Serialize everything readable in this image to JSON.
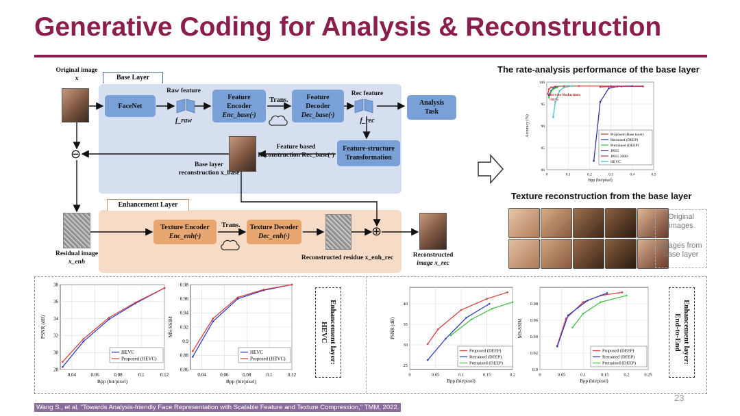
{
  "slide": {
    "title": "Generative Coding for Analysis & Reconstruction",
    "page_number": "23",
    "citation": "Wang S., et al. \"Towards Analysis-friendly Face Representation with Scalable Feature and Texture Compression,\" TMM, 2022."
  },
  "diagram": {
    "original_image_label": "Original image x",
    "base_layer_title": "Base Layer",
    "enhancement_layer_title": "Enhancement Layer",
    "facenet": "FaceNet",
    "raw_feature": "Raw feature",
    "f_raw": "f_raw",
    "feature_encoder": [
      "Feature",
      "Encoder",
      "Enc_base(·)"
    ],
    "trans": "Trans.",
    "feature_decoder": [
      "Feature",
      "Decoder",
      "Dec_base(·)"
    ],
    "rec_feature": "Rec feature",
    "f_rec": "f_rec",
    "analysis_task": [
      "Analysis",
      "Task"
    ],
    "feature_structure": [
      "Feature-structure",
      "Transformation"
    ],
    "feature_based_rec": [
      "Feature based",
      "Reconstruction Rec_base(·)"
    ],
    "base_layer_rec": [
      "Base layer",
      "reconstruction x_base"
    ],
    "residual_image": [
      "Residual image",
      "x_enh"
    ],
    "texture_encoder": [
      "Texture Encoder",
      "Enc_enh(·)"
    ],
    "texture_decoder": [
      "Texture Decoder",
      "Dec_enh(·)"
    ],
    "reconstructed_residue": "Reconstructed residue x_enh_rec",
    "reconstructed_image": [
      "Reconstructed",
      "image x_rec"
    ],
    "minus_symbol": "⊖",
    "plus_symbol": "⊕"
  },
  "right_panel": {
    "rate_analysis_title": "The rate-analysis performance of the base layer",
    "texture_title": "Texture reconstruction from the base layer",
    "original_images_label": [
      "Original",
      "images"
    ],
    "base_images_label": [
      "Images from",
      "base layer"
    ]
  },
  "enhancement_labels": {
    "hevc": [
      "Enhancement layer:",
      "HEVC"
    ],
    "e2e": [
      "Enhancement layer:",
      "End-to-End"
    ]
  },
  "chart_data": [
    {
      "id": "rate-analysis",
      "type": "line",
      "xlabel": "Bpp (bit/pixel)",
      "ylabel": "Accuracy (%)",
      "xlim": [
        0,
        0.5
      ],
      "ylim": [
        80,
        100
      ],
      "xticks": [
        "0",
        "0.1",
        "0.2",
        "0.3",
        "0.4",
        "0.5"
      ],
      "yticks": [
        "80",
        "85",
        "90",
        "95",
        "100"
      ],
      "annotation": [
        "Bit-rate Reductions",
        ">95%"
      ],
      "legend": "bottom-right",
      "series": [
        {
          "name": "Proposed (Base layer)",
          "color": "#d64040",
          "x": [
            0.005,
            0.01,
            0.02,
            0.04,
            0.08,
            0.15,
            0.3,
            0.45
          ],
          "y": [
            97.3,
            98.4,
            98.8,
            99.0,
            99.1,
            99.1,
            99.1,
            99.1
          ]
        },
        {
          "name": "Retrained (DEEP)",
          "color": "#2b3fc4",
          "x": [
            0.01,
            0.02,
            0.03,
            0.05
          ],
          "y": [
            97.0,
            98.0,
            98.6,
            98.9
          ]
        },
        {
          "name": "Pretrained (DEEP)",
          "color": "#48c048",
          "x": [
            0.01,
            0.02,
            0.03,
            0.05
          ],
          "y": [
            96.5,
            97.8,
            98.4,
            98.8
          ]
        },
        {
          "name": "JPEG",
          "color": "#3030a0",
          "x": [
            0.22,
            0.25,
            0.29,
            0.33,
            0.4
          ],
          "y": [
            82.0,
            95.5,
            98.6,
            99.0,
            99.1
          ]
        },
        {
          "name": "JPEG 2000",
          "color": "#c04070",
          "x": [
            0.25,
            0.3,
            0.35,
            0.45
          ],
          "y": [
            98.9,
            99.0,
            99.0,
            99.0
          ]
        },
        {
          "name": "HEVC",
          "color": "#40c0c0",
          "x": [
            0.03,
            0.04,
            0.06,
            0.08,
            0.12
          ],
          "y": [
            92.0,
            95.5,
            98.0,
            98.8,
            99.1
          ]
        }
      ]
    },
    {
      "id": "hevc-psnr",
      "type": "line",
      "xlabel": "Bpp (bit/pixel)",
      "ylabel": "PSNR (dB)",
      "xlim": [
        0.03,
        0.12
      ],
      "ylim": [
        28,
        38
      ],
      "xticks": [
        "0.04",
        "0.06",
        "0.08",
        "0.1",
        "0.12"
      ],
      "yticks": [
        "28",
        "30",
        "32",
        "34",
        "36",
        "38"
      ],
      "legend": "bottom-right",
      "series": [
        {
          "name": "HEVC",
          "color": "#2b3fc4",
          "x": [
            0.032,
            0.05,
            0.072,
            0.095,
            0.12
          ],
          "y": [
            28.3,
            31.3,
            33.9,
            35.8,
            37.6
          ]
        },
        {
          "name": "Proposed (HEVC)",
          "color": "#d64040",
          "x": [
            0.032,
            0.05,
            0.072,
            0.095,
            0.12
          ],
          "y": [
            28.9,
            31.6,
            34.1,
            35.9,
            37.6
          ]
        }
      ]
    },
    {
      "id": "hevc-msssim",
      "type": "line",
      "xlabel": "Bpp (bit/pixel)",
      "ylabel": "MS-SSIM",
      "xlim": [
        0.03,
        0.12
      ],
      "ylim": [
        0.86,
        0.98
      ],
      "xticks": [
        "0.04",
        "0.06",
        "0.08",
        "0.1",
        "0.12"
      ],
      "yticks": [
        "0.86",
        "0.88",
        "0.9",
        "0.92",
        "0.94",
        "0.96",
        "0.98"
      ],
      "legend": "bottom-right",
      "series": [
        {
          "name": "HEVC",
          "color": "#2b3fc4",
          "x": [
            0.032,
            0.05,
            0.072,
            0.095,
            0.12
          ],
          "y": [
            0.878,
            0.928,
            0.96,
            0.972,
            0.98
          ]
        },
        {
          "name": "Proposed (HEVC)",
          "color": "#d64040",
          "x": [
            0.032,
            0.05,
            0.072,
            0.095,
            0.12
          ],
          "y": [
            0.886,
            0.932,
            0.962,
            0.973,
            0.98
          ]
        }
      ]
    },
    {
      "id": "e2e-psnr",
      "type": "line",
      "xlabel": "Bpp (bit/pixel)",
      "ylabel": "PSNR (dB)",
      "xlim": [
        0,
        0.2
      ],
      "ylim": [
        24,
        44
      ],
      "xticks": [
        "0",
        "0.05",
        "0.1",
        "0.15",
        "0.2"
      ],
      "yticks": [
        "25",
        "30",
        "35",
        "40"
      ],
      "legend": "bottom-right",
      "series": [
        {
          "name": "Proposed (DEEP)",
          "color": "#d64040",
          "x": [
            0.035,
            0.055,
            0.1,
            0.15,
            0.19
          ],
          "y": [
            30.2,
            33.8,
            38.5,
            41.2,
            42.8
          ]
        },
        {
          "name": "Retrained (DEEP)",
          "color": "#2b3fc4",
          "x": [
            0.035,
            0.07,
            0.11,
            0.155
          ],
          "y": [
            26.3,
            31.5,
            36.6,
            40.0
          ]
        },
        {
          "name": "Pretrained (DEEP)",
          "color": "#48c048",
          "x": [
            0.08,
            0.12,
            0.16,
            0.2
          ],
          "y": [
            32.3,
            36.2,
            38.8,
            40.4
          ]
        }
      ]
    },
    {
      "id": "e2e-msssim",
      "type": "line",
      "xlabel": "Bpp (bit/pixel)",
      "ylabel": "MS-SSIM",
      "xlim": [
        0,
        0.25
      ],
      "ylim": [
        0.9,
        1.0
      ],
      "xticks": [
        "0",
        "0.05",
        "0.1",
        "0.15",
        "0.2",
        "0.25"
      ],
      "yticks": [
        "0.9",
        "0.92",
        "0.94",
        "0.96",
        "0.98"
      ],
      "legend": "bottom-right",
      "series": [
        {
          "name": "Proposed (DEEP)",
          "color": "#d64040",
          "x": [
            0.04,
            0.06,
            0.1,
            0.14,
            0.19
          ],
          "y": [
            0.929,
            0.962,
            0.982,
            0.99,
            0.994
          ]
        },
        {
          "name": "Retrained (DEEP)",
          "color": "#2b3fc4",
          "x": [
            0.04,
            0.065,
            0.11,
            0.155
          ],
          "y": [
            0.928,
            0.966,
            0.984,
            0.993
          ]
        },
        {
          "name": "Pretrained (DEEP)",
          "color": "#48c048",
          "x": [
            0.075,
            0.1,
            0.14,
            0.2
          ],
          "y": [
            0.951,
            0.968,
            0.982,
            0.99
          ]
        }
      ]
    }
  ]
}
